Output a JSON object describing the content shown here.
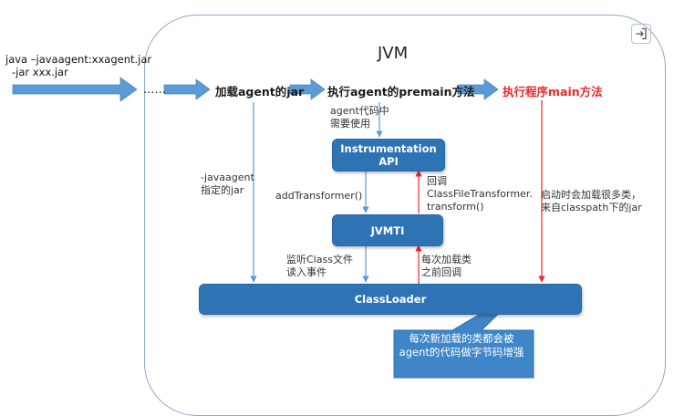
{
  "container": {
    "title": "JVM"
  },
  "command": {
    "line1": "java –javaagent:xxagent.jar",
    "line2": "-jar xxx.jar"
  },
  "flow": {
    "ellipsis": "……",
    "step1": "加载agent的jar",
    "step2": "执行agent的premain方法",
    "step3": "执行程序main方法"
  },
  "boxes": {
    "instrumentation": {
      "line1": "Instrumentation",
      "line2": "API"
    },
    "jvmti": "JVMTI",
    "classloader": "ClassLoader"
  },
  "notes": {
    "agent_code": "agent代码中\n需要使用",
    "javaagent_jar": "-javaagent\n指定的jar",
    "add_transformer": "addTransformer()",
    "callback": "回调\nClassFileTransformer.\ntransform()",
    "listen_class": "监听Class文件\n读入事件",
    "before_load": "每次加载类\n之前回调",
    "startup_load": "启动时会加载很多类，\n来自classpath下的jar"
  },
  "callout": {
    "text": "每次新加载的类都会被agent的代码做字节码增强"
  },
  "colors": {
    "box": "#2e74b5",
    "arrow": "#5b9bd5",
    "red": "#e8282a",
    "frame": "#8fa9c6"
  },
  "icons": {
    "corner": "sign-in-icon"
  }
}
